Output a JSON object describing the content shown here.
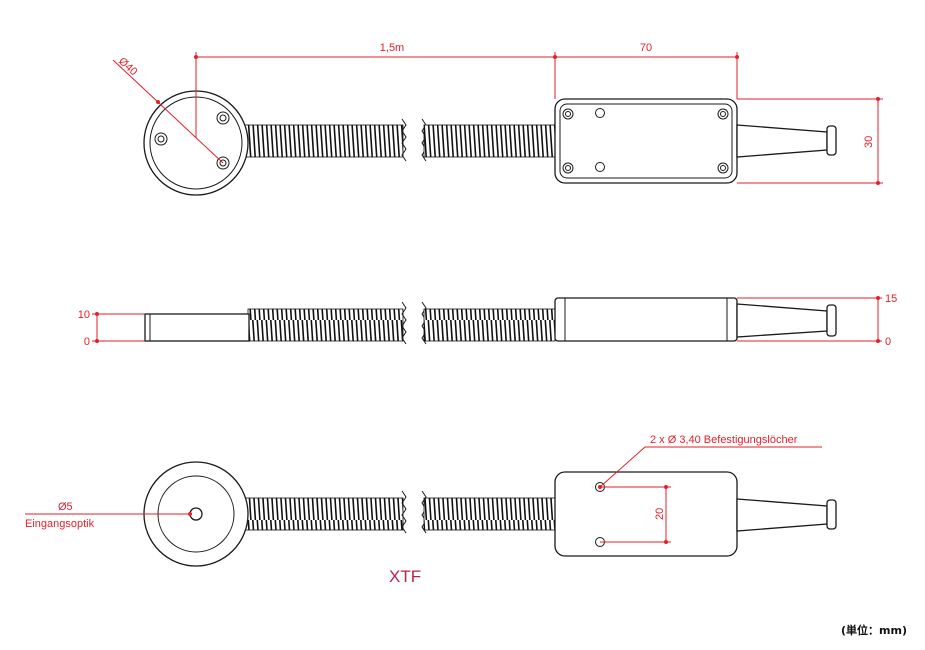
{
  "product_name": "XTF",
  "unit_note": "(単位：mm)",
  "top_view": {
    "diameter_label": "Ø40",
    "cable_length_label": "1,5m",
    "box_length_label": "70",
    "box_width_label": "30"
  },
  "side_view": {
    "left_top_label": "10",
    "left_bottom_label": "0",
    "right_top_label": "15",
    "right_bottom_label": "0"
  },
  "bottom_view": {
    "optic_diameter_label": "Ø5",
    "optic_name_label": "Eingangsoptik",
    "holes_label": "2 x Ø 3,40 Befestigungslöcher",
    "hole_spacing_label": "20"
  },
  "colors": {
    "dimension": "#e3202a",
    "product_name": "#b8244b",
    "outline": "#1a1a1a"
  }
}
